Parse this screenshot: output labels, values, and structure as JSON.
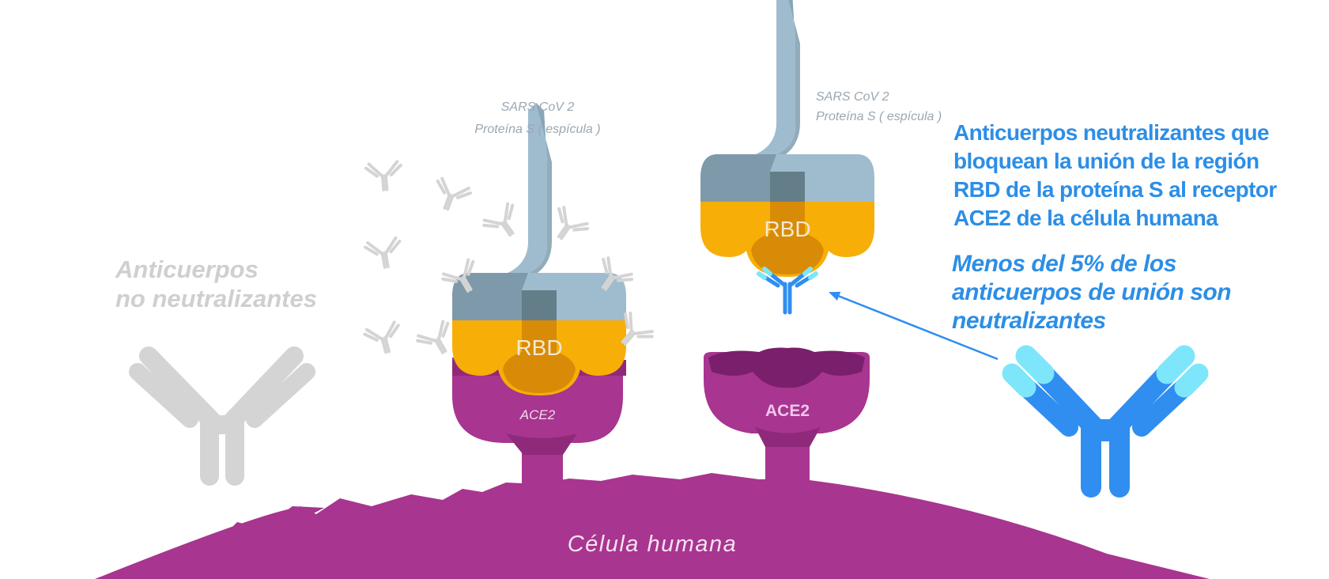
{
  "labels": {
    "spike_left_line1": "SARS CoV 2",
    "spike_left_line2": "Proteína S ( espícula )",
    "spike_right_line1": "SARS CoV 2",
    "spike_right_line2": "Proteína S ( espícula )",
    "rbd_left": "RBD",
    "rbd_right": "RBD",
    "ace2_left": "ACE2",
    "ace2_right": "ACE2",
    "cell": "Célula humana"
  },
  "non_neutralizing": {
    "line1": "Anticuerpos",
    "line2": "no neutralizantes"
  },
  "neutralizing": {
    "line1": "Anticuerpos neutralizantes que",
    "line2": "bloquean la unión de la región",
    "line3": "RBD de la proteína S al receptor",
    "line4": "ACE2 de la célula humana"
  },
  "note": {
    "line1": "Menos del 5% de  los",
    "line2": "anticuerpos de unión son",
    "line3": "neutralizantes"
  },
  "colors": {
    "cell": "#a8358f",
    "receptor_dark": "#7a1f6b",
    "spike_dark": "#7e9aaa",
    "spike_light": "#9fbccf",
    "rbd_orange": "#f7ae07",
    "rbd_core": "#d88b06",
    "antibody_blue": "#2f8ef0",
    "antibody_cyan": "#7de6fb",
    "antibody_grey": "#d4d4d4",
    "arrow": "#2f8ef0"
  }
}
